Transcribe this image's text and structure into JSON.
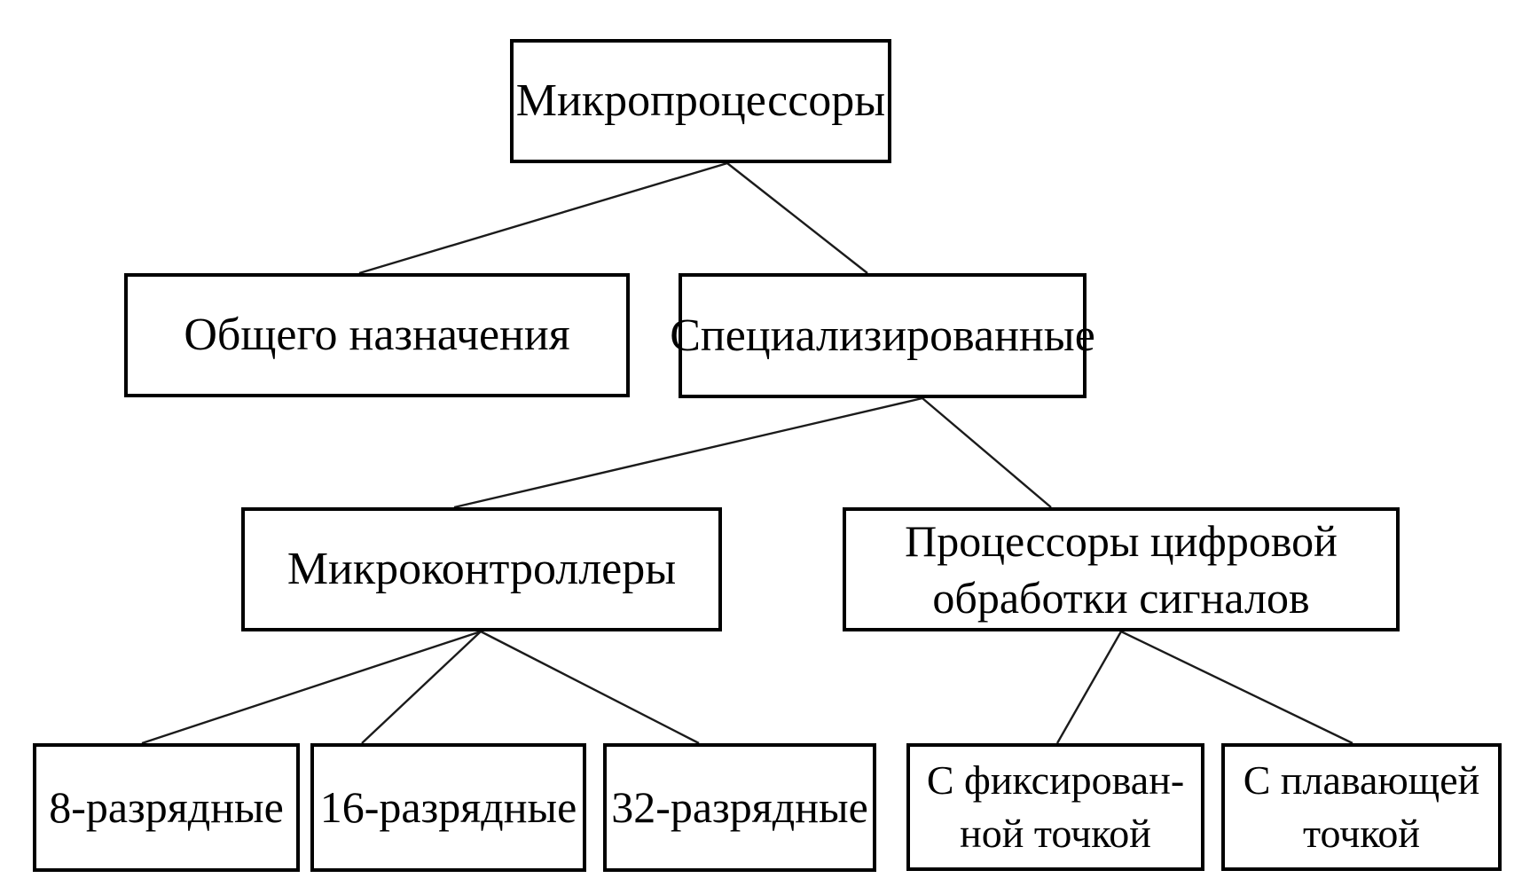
{
  "diagram": {
    "type": "tree",
    "language": "ru",
    "nodes": {
      "root": {
        "label": "Микропроцессоры"
      },
      "general": {
        "label": "Общего назначения"
      },
      "specialized": {
        "label": "Специализированные"
      },
      "mcu": {
        "label": "Микроконтроллеры"
      },
      "dsp": {
        "label": "Процессоры цифровой\nобработки сигналов"
      },
      "bit8": {
        "label": "8-разрядные"
      },
      "bit16": {
        "label": "16-разрядные"
      },
      "bit32": {
        "label": "32-разрядные"
      },
      "fixed_point": {
        "label": "С фиксирован-\nной точкой"
      },
      "floating_point": {
        "label": "С плавающей\nточкой"
      }
    },
    "edges": [
      {
        "from": "root",
        "to": "general"
      },
      {
        "from": "root",
        "to": "specialized"
      },
      {
        "from": "specialized",
        "to": "mcu"
      },
      {
        "from": "specialized",
        "to": "dsp"
      },
      {
        "from": "mcu",
        "to": "bit8"
      },
      {
        "from": "mcu",
        "to": "bit16"
      },
      {
        "from": "mcu",
        "to": "bit32"
      },
      {
        "from": "dsp",
        "to": "fixed_point"
      },
      {
        "from": "dsp",
        "to": "floating_point"
      }
    ],
    "colors": {
      "background": "#ffffff",
      "box_fill": "#ffffff",
      "box_border": "#000000",
      "text": "#000000",
      "line": "#1b1b1b"
    }
  }
}
